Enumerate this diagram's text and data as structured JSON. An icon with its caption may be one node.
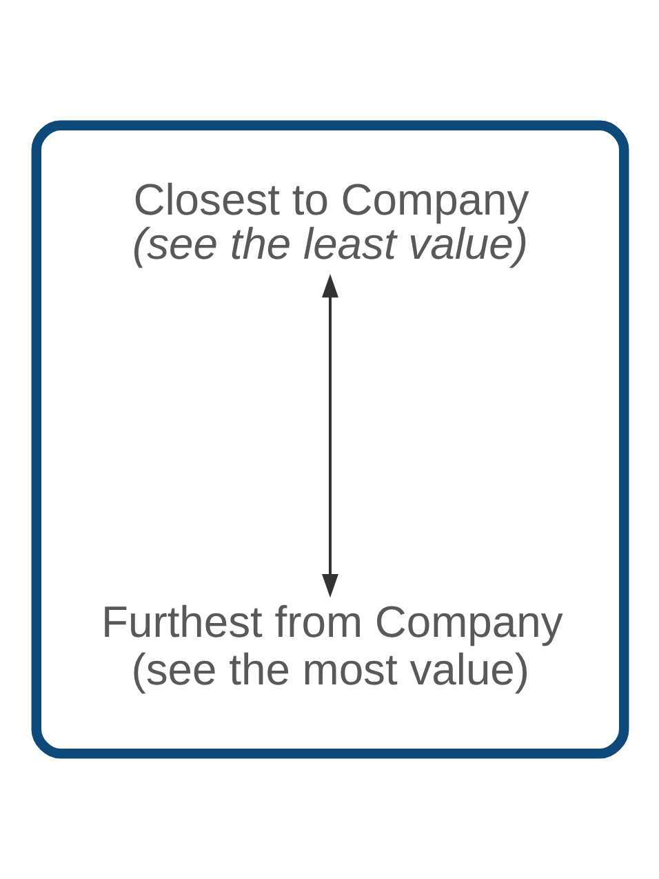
{
  "diagram": {
    "nodes": [
      {
        "text": [],
        "shape": "box"
      },
      {
        "text": [
          "Closest to Company",
          "(see the least value)"
        ],
        "in": 0
      },
      {
        "text": [
          "Furthest from Company",
          "(see the most value)"
        ],
        "in": 0
      }
    ],
    "edges": [
      {
        "from": 1,
        "to": 2,
        "arrow": "both"
      }
    ]
  }
}
